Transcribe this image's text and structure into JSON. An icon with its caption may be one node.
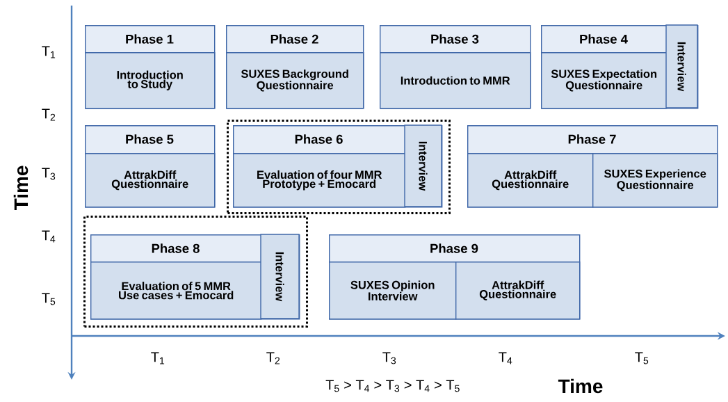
{
  "diagram": {
    "nodes": [
      {
        "text": [
          "Phase 1"
        ]
      },
      {
        "text": [
          "Introduction to Study"
        ],
        "in": 0
      },
      {
        "text": [
          "Phase 2"
        ]
      },
      {
        "text": [
          "SUXES Background Questionnaire"
        ],
        "in": 2
      },
      {
        "text": [
          "Phase 3"
        ]
      },
      {
        "text": [
          "Introduction to MMR"
        ],
        "in": 4
      },
      {
        "text": [
          "Phase 4"
        ]
      },
      {
        "text": [
          "SUXES Expectation Questionnaire"
        ],
        "in": 6
      },
      {
        "text": [
          "Interview"
        ],
        "in": 6
      },
      {
        "text": [
          "Phase 5"
        ]
      },
      {
        "text": [
          "AttrakDiff Questionnaire"
        ],
        "in": 9
      },
      {
        "text": [],
        "shape": "box"
      },
      {
        "text": [
          "Phase 6"
        ],
        "in": 11
      },
      {
        "text": [
          "Evaluation of four MMR Prototype + Emocard"
        ],
        "in": 12
      },
      {
        "text": [
          "Interview"
        ],
        "in": 12
      },
      {
        "text": [
          "Phase 7"
        ]
      },
      {
        "text": [
          "AttrakDiff Questionnaire"
        ],
        "in": 15
      },
      {
        "text": [
          "SUXES Experience Questionnaire"
        ],
        "in": 15
      },
      {
        "text": [],
        "shape": "box"
      },
      {
        "text": [
          "Phase 8"
        ],
        "in": 18
      },
      {
        "text": [
          "Evaluation of 5 MMR Use cases + Emocard"
        ],
        "in": 19
      },
      {
        "text": [
          "Interview"
        ],
        "in": 19
      },
      {
        "text": [
          "Phase 9"
        ]
      },
      {
        "text": [
          "SUXES Opinion Interview"
        ],
        "in": 22
      },
      {
        "text": [
          "AttrakDiff Questionnaire"
        ],
        "in": 22
      }
    ],
    "labels": [
      "T$_{1}$",
      "T$_{2}$",
      "T$_{3}$",
      "T$_{4}$",
      "T$_{5}$",
      "Time",
      "T$_{1}$",
      "T$_{2}$",
      "T$_{3}$",
      "T$_{4}$",
      "T$_{5}$",
      "T$_{5}$ > T$_{4}$ > T$_{3}$ > T$_{4}$ > T$_{5}$",
      "Time"
    ]
  }
}
